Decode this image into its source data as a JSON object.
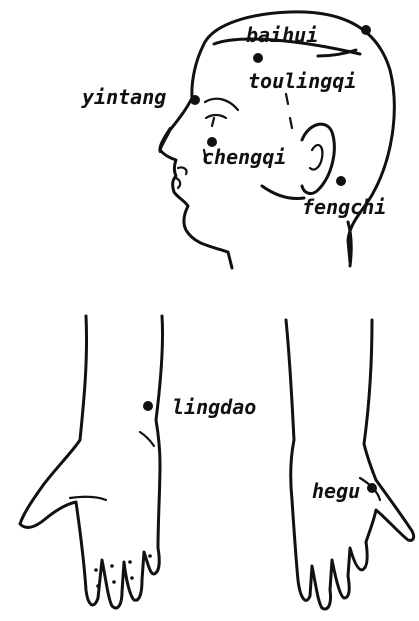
{
  "colors": {
    "ink": "#111111",
    "paper": "#ffffff"
  },
  "points": {
    "baihui": "baihui",
    "toulingqi": "toulingqi",
    "yintang": "yintang",
    "chengqi": "chengqi",
    "fengchi": "fengchi",
    "lingdao": "lingdao",
    "hegu": "hegu"
  }
}
